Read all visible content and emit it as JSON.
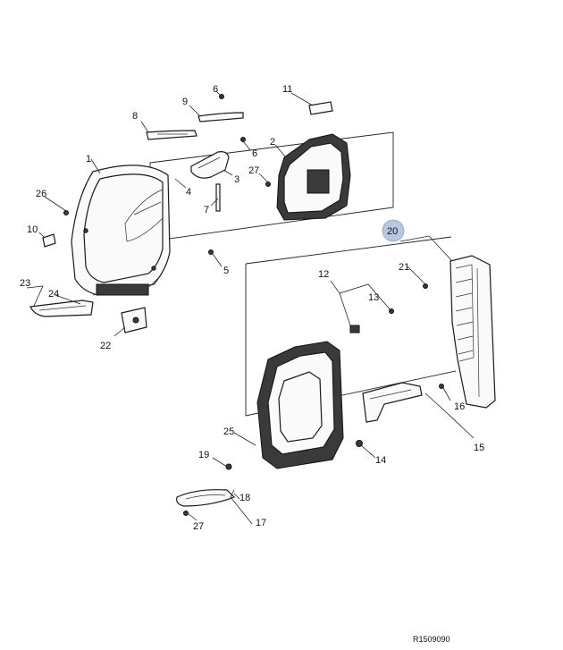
{
  "diagram": {
    "reference_code": "R1509090",
    "highlight_color": "#b8c6df",
    "callouts": [
      {
        "id": "c1",
        "text": "1"
      },
      {
        "id": "c2",
        "text": "2"
      },
      {
        "id": "c3",
        "text": "3"
      },
      {
        "id": "c4",
        "text": "4"
      },
      {
        "id": "c5",
        "text": "5"
      },
      {
        "id": "c6a",
        "text": "6"
      },
      {
        "id": "c6b",
        "text": "6"
      },
      {
        "id": "c7",
        "text": "7"
      },
      {
        "id": "c8",
        "text": "8"
      },
      {
        "id": "c9",
        "text": "9"
      },
      {
        "id": "c10",
        "text": "10"
      },
      {
        "id": "c11",
        "text": "11"
      },
      {
        "id": "c12",
        "text": "12"
      },
      {
        "id": "c13",
        "text": "13"
      },
      {
        "id": "c14",
        "text": "14"
      },
      {
        "id": "c15",
        "text": "15"
      },
      {
        "id": "c16",
        "text": "16"
      },
      {
        "id": "c17",
        "text": "17"
      },
      {
        "id": "c18",
        "text": "18"
      },
      {
        "id": "c19",
        "text": "19"
      },
      {
        "id": "c20",
        "text": "20"
      },
      {
        "id": "c21",
        "text": "21"
      },
      {
        "id": "c22",
        "text": "22"
      },
      {
        "id": "c23",
        "text": "23"
      },
      {
        "id": "c24",
        "text": "24"
      },
      {
        "id": "c25",
        "text": "25"
      },
      {
        "id": "c26",
        "text": "26"
      },
      {
        "id": "c27a",
        "text": "27"
      },
      {
        "id": "c27b",
        "text": "27"
      }
    ]
  }
}
